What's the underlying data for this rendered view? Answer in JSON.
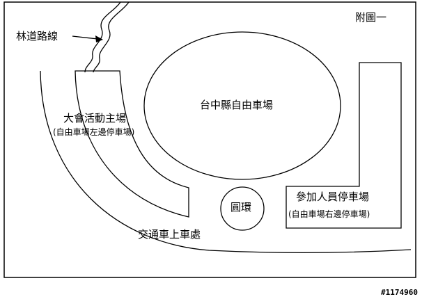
{
  "diagram": {
    "figure_label": "附圖一",
    "forest_road_label": "林道路線",
    "main_venue_label": "大會活動主場",
    "main_venue_sub": "(自由車場左邊停車場)",
    "central_lot_label": "台中縣自由車場",
    "roundabout_label": "圓環",
    "staff_lot_label": "參加人員停車場",
    "staff_lot_sub": "(自由車場右邊停車場)",
    "boarding_label": "交通車上車處",
    "image_id": "#1174960"
  },
  "colors": {
    "line": "#000000",
    "background": "#ffffff"
  }
}
